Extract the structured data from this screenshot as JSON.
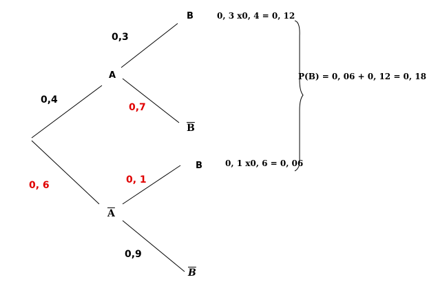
{
  "nodes": {
    "a": "A",
    "a_bar": "A",
    "b_top": "B",
    "b_bar_top": "B",
    "b_bottom": "B",
    "b_bar_bottom": "B"
  },
  "probabilities": {
    "p_a": "0,4",
    "p_a_bar": "0, 6",
    "p_b_given_a": "0,3",
    "p_bbar_given_a": "0,7",
    "p_b_given_abar": "0, 1",
    "p_bbar_given_abar": "0,9"
  },
  "calculations": {
    "path_a_b": "0, 3 x0, 4 = 0, 12",
    "path_abar_b": "0, 1 x0, 6 = 0, 06",
    "total": "P(B) = 0, 06 + 0, 12 = 0, 18"
  },
  "colors": {
    "line": "#000000",
    "highlight": "#e00000"
  }
}
